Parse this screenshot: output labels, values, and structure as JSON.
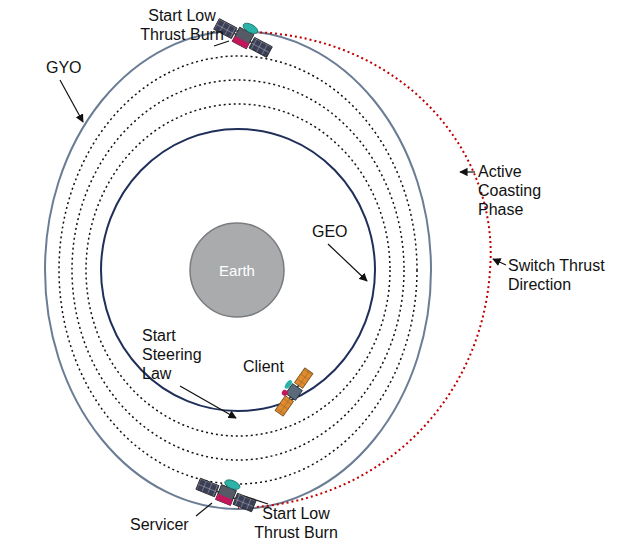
{
  "diagram": {
    "nodes": [
      {
        "text": [
          "Earth"
        ]
      }
    ],
    "labels": [
      "Start Low Thrust Burn",
      "GYO",
      "Active Coasting Phase",
      "GEO",
      "Switch Thrust Direction",
      "Start Steering Law",
      "Client",
      "Servicer",
      "Start Low Thrust Burn"
    ]
  }
}
